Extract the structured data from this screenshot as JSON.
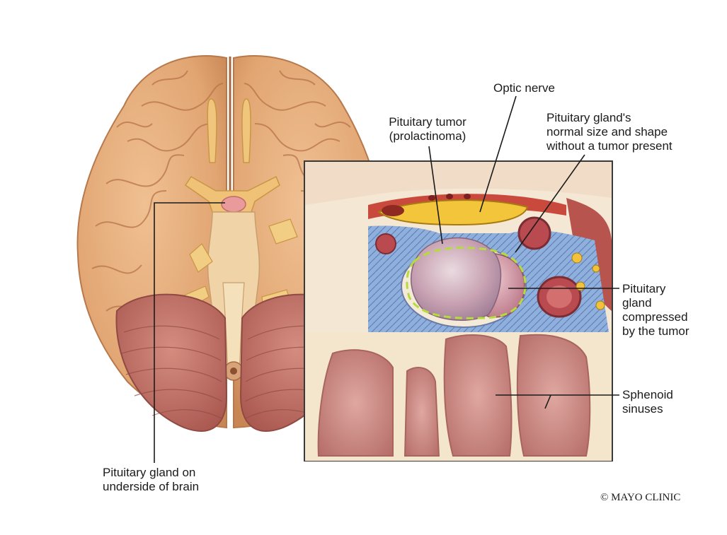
{
  "labels": {
    "optic_nerve": "Optic nerve",
    "tumor": [
      "Pituitary tumor",
      "(prolactinoma)"
    ],
    "normal_gland": [
      "Pituitary gland's",
      "normal size and shape",
      "without a tumor present"
    ],
    "compressed_gland": [
      "Pituitary",
      "gland",
      "compressed",
      "by the tumor"
    ],
    "sinuses": [
      "Sphenoid",
      "sinuses"
    ],
    "underside": [
      "Pituitary gland on",
      "underside of brain"
    ]
  },
  "copyright": "© MAYO CLINIC",
  "colors": {
    "cerebrum": "#e3a874",
    "cerebellum": "#b86a62",
    "nerves": "#eec37d",
    "tumor": "#c7a3b2",
    "gland": "#c47f8c",
    "outline_dash": "#b5db3c",
    "blood_plexus": "#7f9fcf",
    "bone": "#f2e4cd",
    "sinus": "#c98680"
  }
}
